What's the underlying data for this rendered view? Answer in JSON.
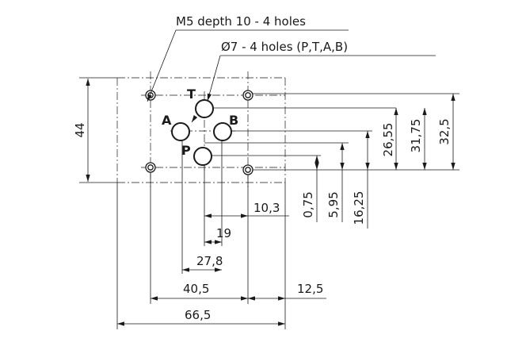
{
  "callouts": {
    "m5_holes": "M5 depth 10 - 4 holes",
    "port_holes": "Ø7 - 4 holes (P,T,A,B)"
  },
  "ports": {
    "t": "T",
    "a": "A",
    "b": "B",
    "p": "P"
  },
  "dimensions": {
    "height_44": "44",
    "d_32_5": "32,5",
    "d_31_75": "31,75",
    "d_26_55": "26,55",
    "d_16_25": "16,25",
    "d_5_95": "5,95",
    "d_0_75": "0,75",
    "d_10_3": "10,3",
    "d_19": "19",
    "d_27_8": "27,8",
    "d_40_5": "40,5",
    "d_12_5": "12,5",
    "d_66_5": "66,5"
  }
}
